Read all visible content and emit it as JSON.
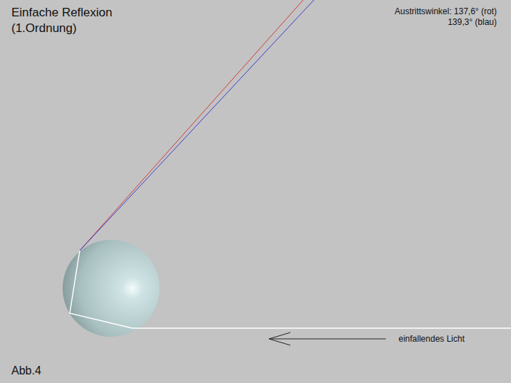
{
  "diagram": {
    "title": "Einfache Reflexion",
    "labels": [
      "(1.Ordnung)",
      "Austrittswinkel: 137,6° (rot)",
      "139,3° (blau)",
      "einfallendes Licht",
      "Abb.4"
    ]
  }
}
